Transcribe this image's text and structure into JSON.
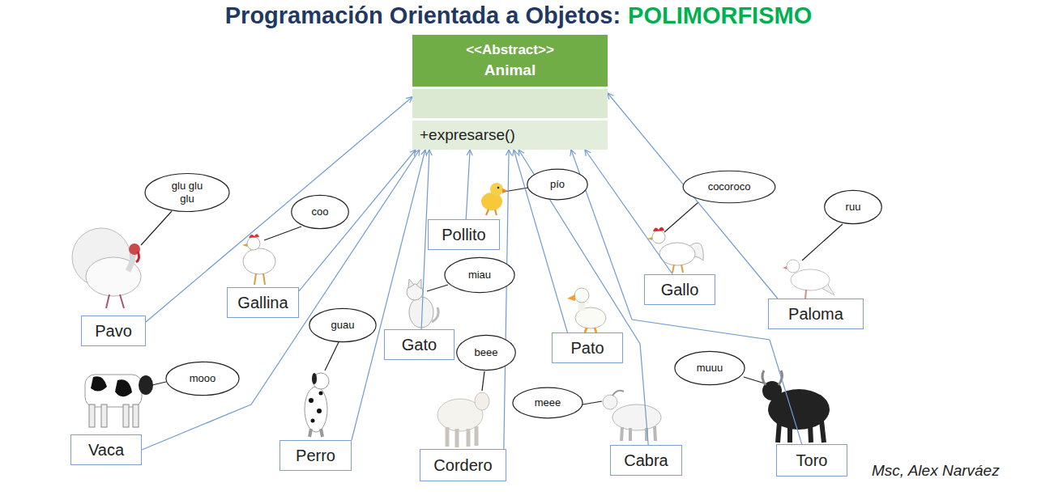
{
  "diagram": {
    "title": "Programación Orientada a Objetos:",
    "nodes": [
      {
        "text": [
          "<<Abstract>>",
          "Animal",
          "+expresarse()"
        ]
      },
      {
        "text": [
          "Pavo"
        ]
      },
      {
        "text": [
          "Gallina"
        ]
      },
      {
        "text": [
          "Pollito"
        ]
      },
      {
        "text": [
          "Gato"
        ]
      },
      {
        "text": [
          "Pato"
        ]
      },
      {
        "text": [
          "Gallo"
        ]
      },
      {
        "text": [
          "Paloma"
        ]
      },
      {
        "text": [
          "Vaca"
        ]
      },
      {
        "text": [
          "Perro"
        ]
      },
      {
        "text": [
          "Cordero"
        ]
      },
      {
        "text": [
          "Cabra"
        ]
      },
      {
        "text": [
          "Toro"
        ]
      },
      {
        "text": [
          "glu glu glu"
        ]
      },
      {
        "text": [
          "coo"
        ]
      },
      {
        "text": [
          "pío"
        ]
      },
      {
        "text": [
          "miau"
        ]
      },
      {
        "text": [
          "cocoroco"
        ]
      },
      {
        "text": [
          "ruu"
        ]
      },
      {
        "text": [
          "mooo"
        ]
      },
      {
        "text": [
          "guau"
        ]
      },
      {
        "text": [
          "beee"
        ]
      },
      {
        "text": [
          "meee"
        ]
      },
      {
        "text": [
          "muuu"
        ]
      }
    ],
    "edges": [
      {
        "from": 1,
        "to": 0,
        "arrow": "to"
      },
      {
        "from": 2,
        "to": 0,
        "arrow": "to"
      },
      {
        "from": 3,
        "to": 0,
        "arrow": "to"
      },
      {
        "from": 4,
        "to": 0,
        "arrow": "to"
      },
      {
        "from": 5,
        "to": 0,
        "arrow": "to"
      },
      {
        "from": 6,
        "to": 0,
        "arrow": "to"
      },
      {
        "from": 7,
        "to": 0,
        "arrow": "to"
      },
      {
        "from": 8,
        "to": 0,
        "arrow": "to"
      },
      {
        "from": 9,
        "to": 0,
        "arrow": "to"
      },
      {
        "from": 10,
        "to": 0,
        "arrow": "to"
      },
      {
        "from": 11,
        "to": 0,
        "arrow": "to"
      },
      {
        "from": 12,
        "to": 0,
        "arrow": "to"
      }
    ],
    "labels": [
      "POLIMORFISMO",
      "Msc, Alex Narváez"
    ]
  }
}
